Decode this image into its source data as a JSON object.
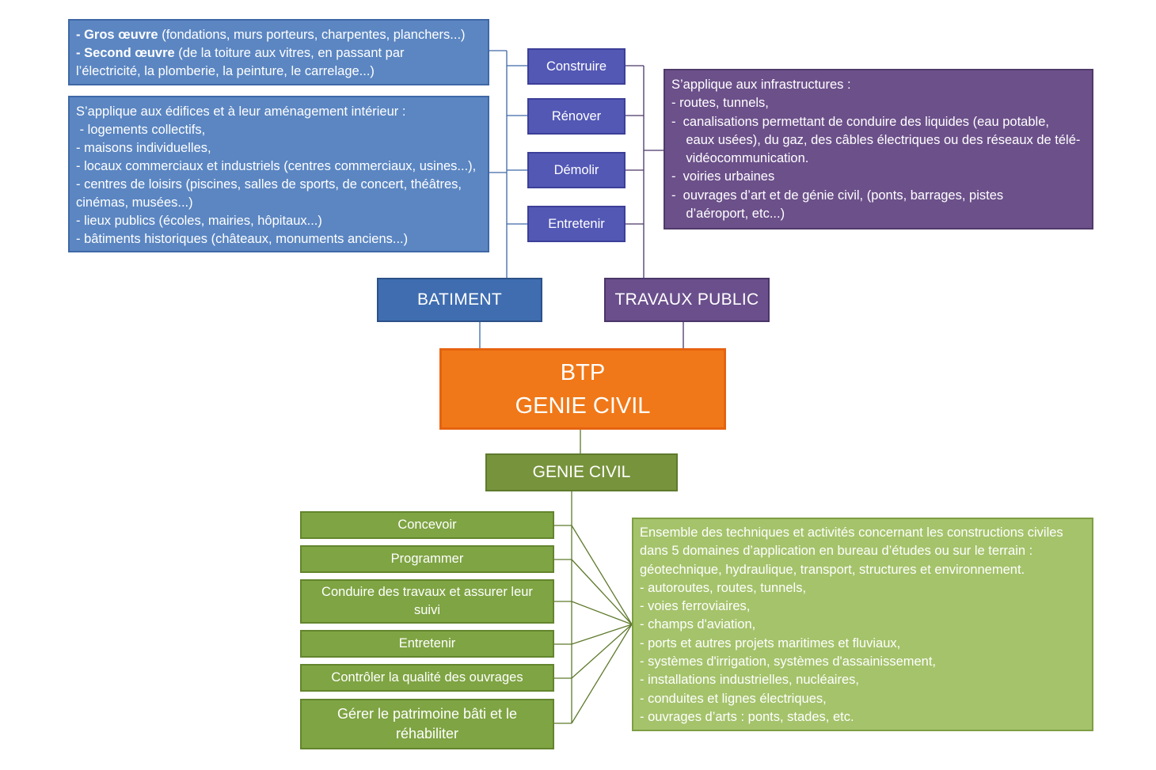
{
  "batiment": {
    "title": "BATIMENT",
    "oeuvre": {
      "gros_label": "- Gros œuvre",
      "gros_text": " (fondations, murs porteurs, charpentes, planchers...)",
      "second_label": "- Second œuvre",
      "second_text": " (de la toiture aux vitres, en passant par",
      "second_cont": "l’électricité, la plomberie, la peinture, le carrelage...)"
    },
    "edifices_lines": [
      "S’applique aux édifices et à leur aménagement intérieur :",
      " - logements collectifs,",
      "- maisons individuelles,",
      "- locaux commerciaux et industriels (centres commerciaux, usines...),",
      "- centres de loisirs (piscines, salles de sports, de concert, théâtres,",
      "cinémas, musées...)",
      "- lieux publics (écoles, mairies, hôpitaux...)",
      "- bâtiments historiques (châteaux, monuments anciens...)"
    ]
  },
  "actions": [
    "Construire",
    "Rénover",
    "Démolir",
    "Entretenir"
  ],
  "travaux": {
    "title": "TRAVAUX PUBLIC",
    "lines": [
      "S’applique aux infrastructures :",
      "- routes, tunnels,",
      "-  canalisations permettant de conduire des liquides (eau potable,",
      "    eaux usées), du gaz, des câbles électriques ou des réseaux de télé-",
      "    vidéocommunication.",
      "-  voiries urbaines",
      "-  ouvrages d’art et de génie civil, (ponts, barrages, pistes",
      "    d’aéroport, etc...)"
    ]
  },
  "btp": {
    "line1": "BTP",
    "line2": "GENIE CIVIL"
  },
  "genie_civil": {
    "title": "GENIE CIVIL",
    "tasks": [
      "Concevoir",
      "Programmer",
      "Conduire des travaux et assurer leur suivi",
      "Entretenir",
      "Contrôler la qualité des ouvrages",
      "Gérer le patrimoine bâti et le réhabiliter"
    ],
    "description_lines": [
      "Ensemble des techniques et activités concernant les constructions civiles",
      "dans 5 domaines d’application en bureau d’études ou sur le terrain :",
      "géotechnique, hydraulique, transport, structures et environnement.",
      "- autoroutes, routes, tunnels,",
      "- voies ferroviaires,",
      "- champs d'aviation,",
      "- ports et autres projets maritimes et fluviaux,",
      "- systèmes d'irrigation, systèmes d'assainissement,",
      "- installations industrielles, nucléaires,",
      "- conduites et lignes électriques,",
      "- ouvrages d’arts : ponts, stades, etc."
    ]
  },
  "colors": {
    "blue": "#5b86c2",
    "purple_verbs": "#5358b5",
    "purple": "#6c508a",
    "orange": "#f07818",
    "green_dark": "#77933c",
    "green": "#7fa443",
    "green_light": "#a5c36b"
  }
}
